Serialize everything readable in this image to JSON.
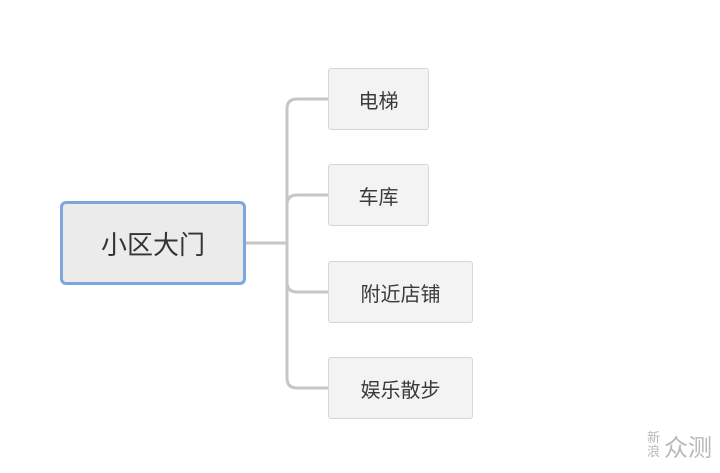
{
  "root": {
    "label": "小区大门"
  },
  "children": [
    {
      "label": "电梯"
    },
    {
      "label": "车库"
    },
    {
      "label": "附近店铺"
    },
    {
      "label": "娱乐散步"
    }
  ],
  "colors": {
    "root_border": "#7fa6dc",
    "root_fill": "#ebebeb",
    "child_fill": "#f3f3f3",
    "connector": "#c6c6c6"
  },
  "watermark": {
    "small_top": "新",
    "small_bottom": "浪",
    "text": "众测"
  }
}
